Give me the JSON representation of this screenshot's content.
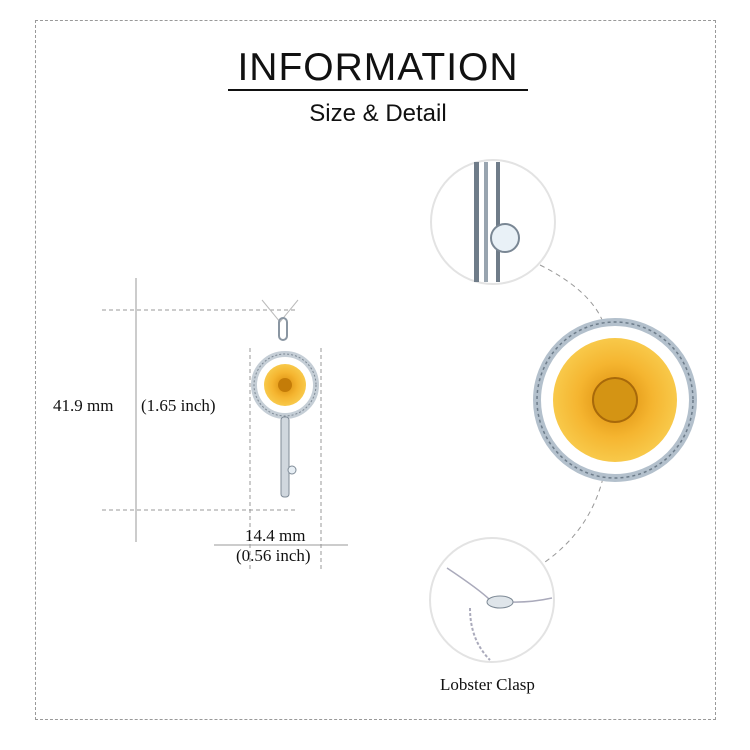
{
  "header": {
    "title": "INFORMATION",
    "subtitle": "Size & Detail"
  },
  "dimensions": {
    "height_mm": "41.9 mm",
    "height_inch": "(1.65 inch)",
    "width_mm": "14.4 mm",
    "width_inch": "(0.56 inch)"
  },
  "details": {
    "clasp_label": "Lobster  Clasp"
  },
  "colors": {
    "gold": "#f0a81c",
    "silver": "#b9c3cc",
    "guide": "#999999"
  }
}
